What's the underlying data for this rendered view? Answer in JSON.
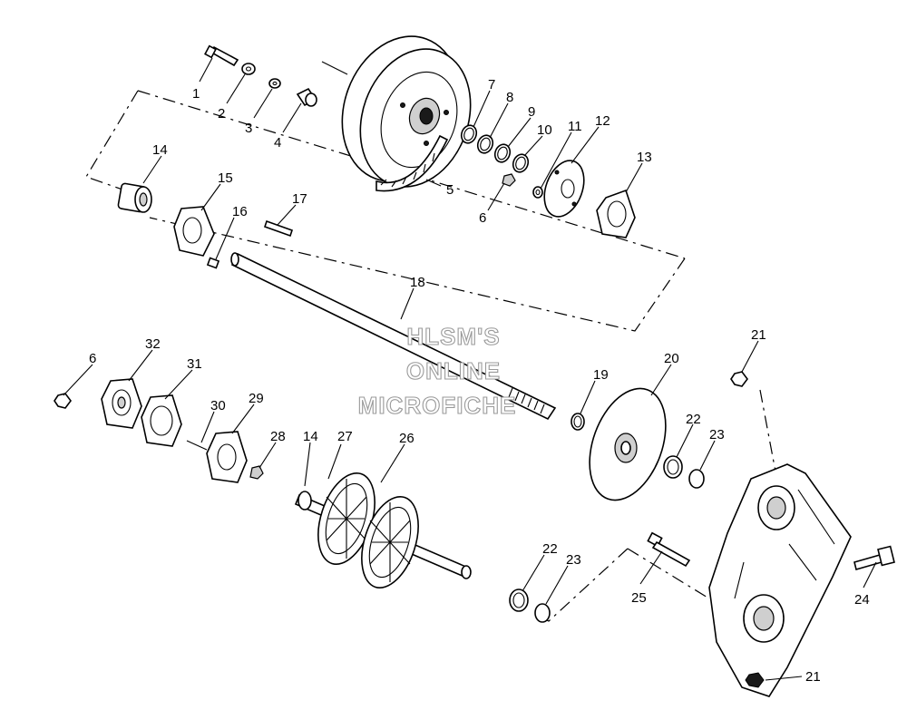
{
  "watermark": {
    "line1": "HLSM'S",
    "line2": "ONLINE",
    "line3": "MICROFICHE"
  },
  "callouts": [
    {
      "id": "c1",
      "text": "1"
    },
    {
      "id": "c2",
      "text": "2"
    },
    {
      "id": "c3",
      "text": "3"
    },
    {
      "id": "c4",
      "text": "4"
    },
    {
      "id": "c5",
      "text": "5"
    },
    {
      "id": "c6a",
      "text": "6"
    },
    {
      "id": "c7",
      "text": "7"
    },
    {
      "id": "c8",
      "text": "8"
    },
    {
      "id": "c9",
      "text": "9"
    },
    {
      "id": "c10",
      "text": "10"
    },
    {
      "id": "c11",
      "text": "11"
    },
    {
      "id": "c12",
      "text": "12"
    },
    {
      "id": "c13",
      "text": "13"
    },
    {
      "id": "c14a",
      "text": "14"
    },
    {
      "id": "c15",
      "text": "15"
    },
    {
      "id": "c16",
      "text": "16"
    },
    {
      "id": "c17",
      "text": "17"
    },
    {
      "id": "c18",
      "text": "18"
    },
    {
      "id": "c19",
      "text": "19"
    },
    {
      "id": "c20",
      "text": "20"
    },
    {
      "id": "c21a",
      "text": "21"
    },
    {
      "id": "c22a",
      "text": "22"
    },
    {
      "id": "c23a",
      "text": "23"
    },
    {
      "id": "c6b",
      "text": "6"
    },
    {
      "id": "c32",
      "text": "32"
    },
    {
      "id": "c31",
      "text": "31"
    },
    {
      "id": "c30",
      "text": "30"
    },
    {
      "id": "c29",
      "text": "29"
    },
    {
      "id": "c28",
      "text": "28"
    },
    {
      "id": "c14b",
      "text": "14"
    },
    {
      "id": "c27",
      "text": "27"
    },
    {
      "id": "c26",
      "text": "26"
    },
    {
      "id": "c22b",
      "text": "22"
    },
    {
      "id": "c23b",
      "text": "23"
    },
    {
      "id": "c25",
      "text": "25"
    },
    {
      "id": "c24",
      "text": "24"
    },
    {
      "id": "c21b",
      "text": "21"
    }
  ]
}
